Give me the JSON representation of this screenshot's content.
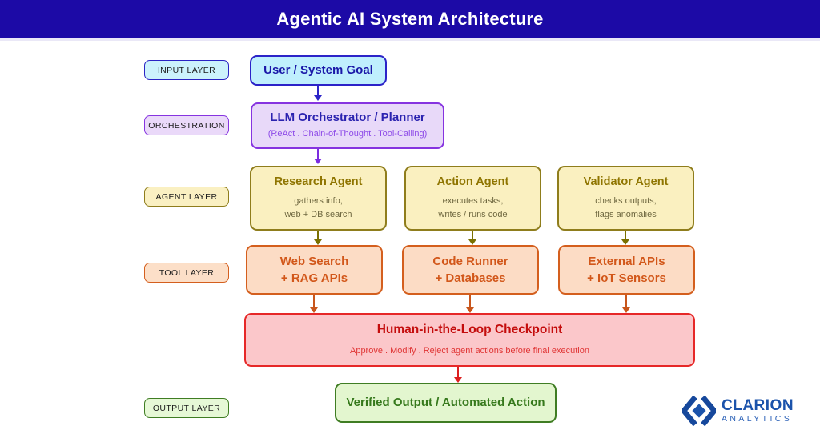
{
  "header": {
    "title": "Agentic AI System Architecture"
  },
  "palette": {
    "header_bg": "#1c0aa6",
    "input_accent": "#2b23c8",
    "orchestration_accent": "#8633e0",
    "agent_accent": "#8f7d1c",
    "tool_accent": "#d45f1e",
    "checkpoint_accent": "#e62828",
    "output_accent": "#3f7d23",
    "logo_blue": "#1b53ab"
  },
  "layer_labels": [
    {
      "label": "INPUT LAYER"
    },
    {
      "label": "ORCHESTRATION"
    },
    {
      "label": "AGENT LAYER"
    },
    {
      "label": "TOOL LAYER"
    },
    {
      "label": "OUTPUT LAYER"
    }
  ],
  "nodes": {
    "input_goal": {
      "title": "User / System Goal"
    },
    "orchestrator": {
      "title": "LLM Orchestrator / Planner",
      "subtitle": "(ReAct . Chain-of-Thought . Tool-Calling)"
    },
    "agents": [
      {
        "title": "Research Agent",
        "line1": "gathers info,",
        "line2": "web + DB search"
      },
      {
        "title": "Action Agent",
        "line1": "executes tasks,",
        "line2": "writes / runs code"
      },
      {
        "title": "Validator Agent",
        "line1": "checks outputs,",
        "line2": "flags anomalies"
      }
    ],
    "tools": [
      {
        "line1": "Web Search",
        "line2": "+ RAG APIs"
      },
      {
        "line1": "Code Runner",
        "line2": "+ Databases"
      },
      {
        "line1": "External APIs",
        "line2": "+ IoT Sensors"
      }
    ],
    "checkpoint": {
      "title": "Human-in-the-Loop Checkpoint",
      "subtitle": "Approve . Modify . Reject agent actions before final execution"
    },
    "output": {
      "title": "Verified Output / Automated Action"
    }
  },
  "logo": {
    "name": "CLARION",
    "subname": "ANALYTICS"
  }
}
